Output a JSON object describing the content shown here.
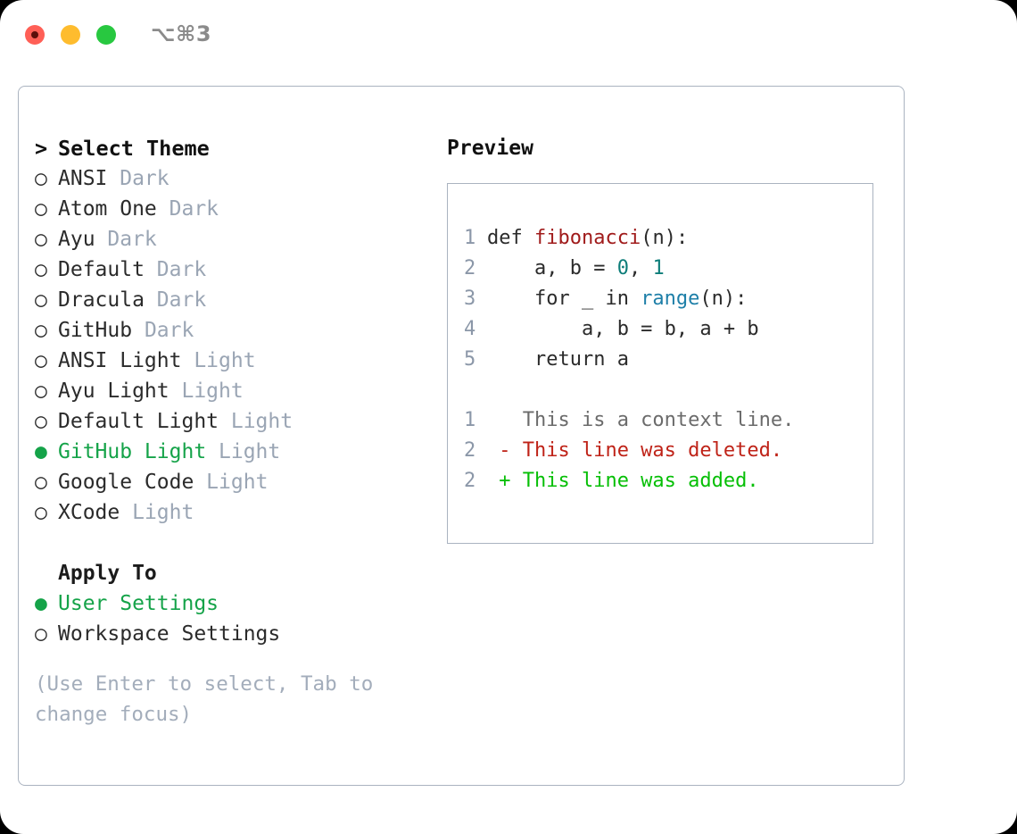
{
  "titlebar": {
    "shortcut": "⌥⌘3",
    "buttons": {
      "close": "close",
      "minimize": "minimize",
      "maximize": "maximize"
    }
  },
  "theme_picker": {
    "heading": "Select Theme",
    "heading_caret": ">",
    "bullet_unselected": "○",
    "bullet_selected": "●",
    "items": [
      {
        "name": "ANSI",
        "variant": "Dark",
        "selected": false
      },
      {
        "name": "Atom One",
        "variant": "Dark",
        "selected": false
      },
      {
        "name": "Ayu",
        "variant": "Dark",
        "selected": false
      },
      {
        "name": "Default",
        "variant": "Dark",
        "selected": false
      },
      {
        "name": "Dracula",
        "variant": "Dark",
        "selected": false
      },
      {
        "name": "GitHub",
        "variant": "Dark",
        "selected": false
      },
      {
        "name": "ANSI Light",
        "variant": "Light",
        "selected": false
      },
      {
        "name": "Ayu Light",
        "variant": "Light",
        "selected": false
      },
      {
        "name": "Default Light",
        "variant": "Light",
        "selected": false
      },
      {
        "name": "GitHub Light",
        "variant": "Light",
        "selected": true
      },
      {
        "name": "Google Code",
        "variant": "Light",
        "selected": false
      },
      {
        "name": "XCode",
        "variant": "Light",
        "selected": false
      }
    ]
  },
  "apply_to": {
    "heading": "Apply To",
    "items": [
      {
        "name": "User Settings",
        "selected": true
      },
      {
        "name": "Workspace Settings",
        "selected": false
      }
    ]
  },
  "hint": "(Use Enter to select, Tab to change focus)",
  "preview": {
    "title": "Preview",
    "code_lines": [
      {
        "num": "1",
        "text": "def fibonacci(n):"
      },
      {
        "num": "2",
        "text": "    a, b = 0, 1"
      },
      {
        "num": "3",
        "text": "    for _ in range(n):"
      },
      {
        "num": "4",
        "text": "        a, b = b, a + b"
      },
      {
        "num": "5",
        "text": "    return a"
      }
    ],
    "diff_lines": [
      {
        "num": "1",
        "sign": " ",
        "text": "This is a context line.",
        "kind": "context"
      },
      {
        "num": "2",
        "sign": "-",
        "text": "This line was deleted.",
        "kind": "deleted"
      },
      {
        "num": "2",
        "sign": "+",
        "text": "This line was added.",
        "kind": "added"
      }
    ]
  },
  "colors": {
    "accent_green": "#15a349",
    "diff_added": "#06bf06",
    "diff_deleted": "#bf2318",
    "syntax_function": "#a01b1b",
    "syntax_number": "#0d7d79",
    "syntax_builtin": "#1e7fa8",
    "muted": "#9aa5b4",
    "border": "#aab3c0",
    "traffic_red": "#ff5f56",
    "traffic_yellow": "#febc2e",
    "traffic_green": "#28c840"
  }
}
